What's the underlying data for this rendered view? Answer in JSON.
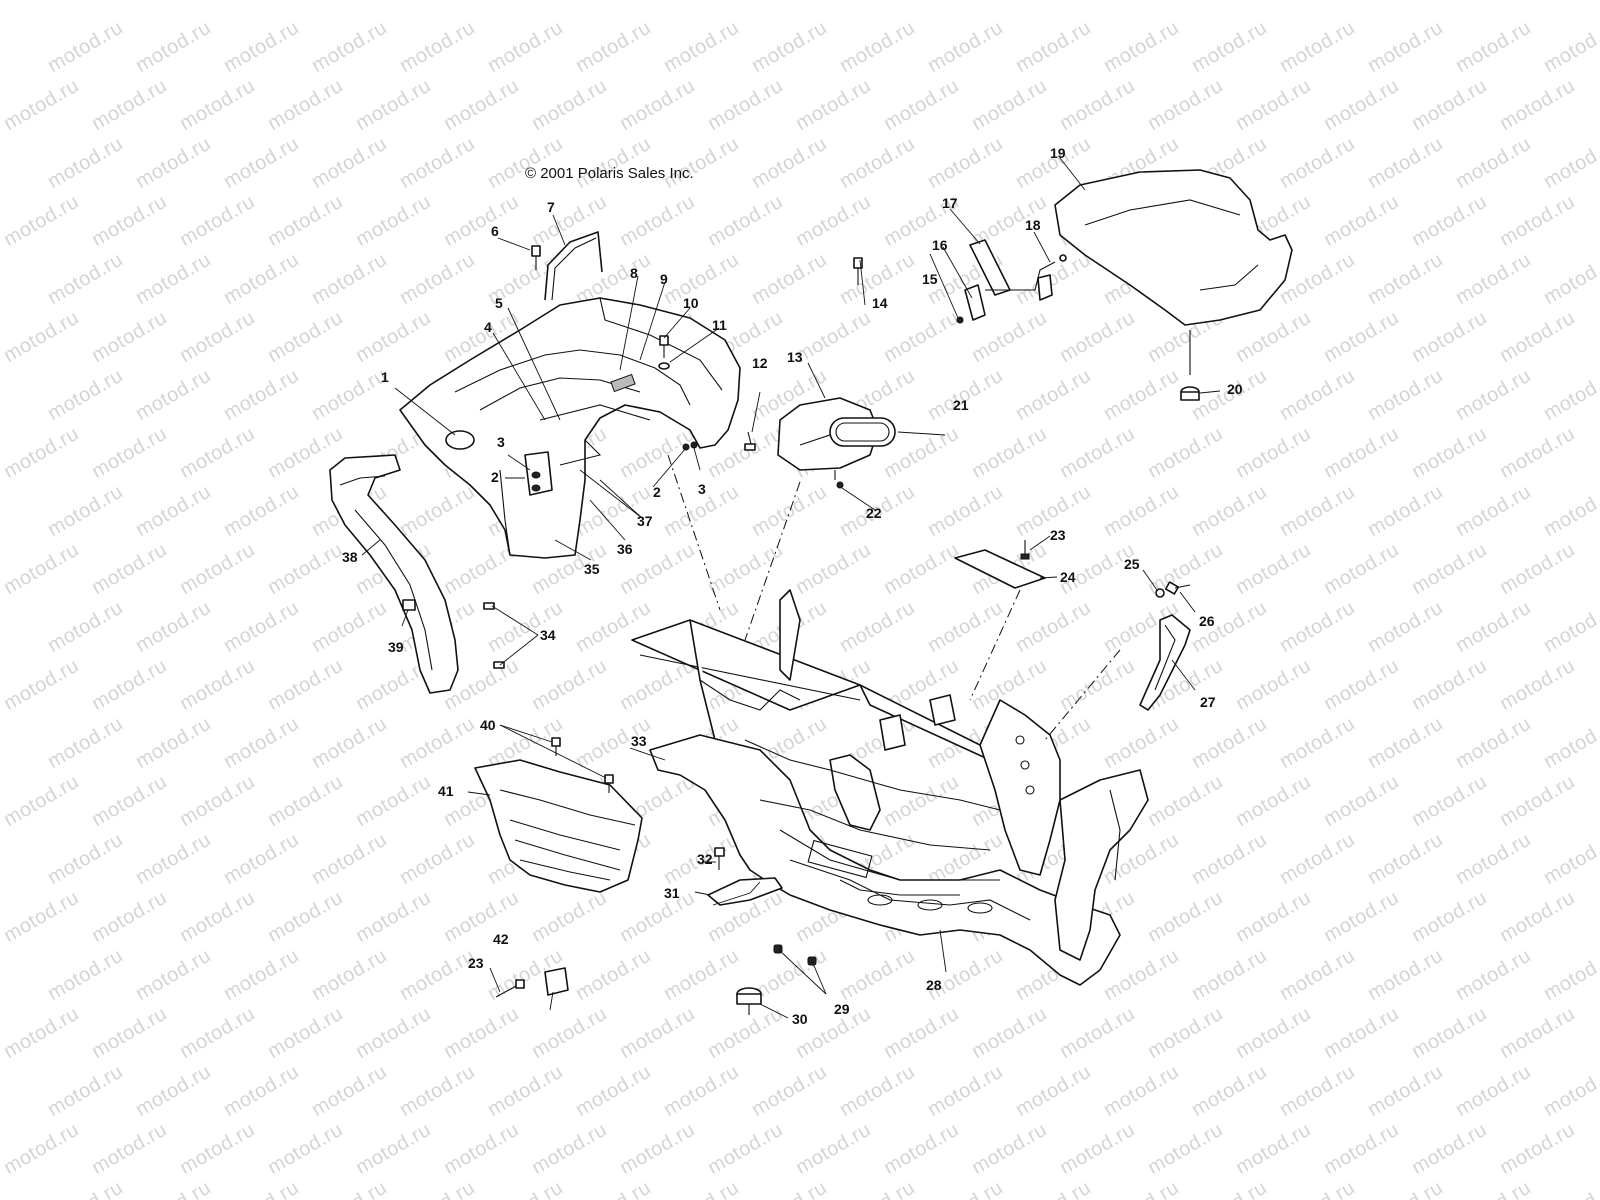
{
  "copyright": "© 2001 Polaris Sales Inc.",
  "watermark": "motod.ru",
  "callouts": [
    "1",
    "2",
    "2",
    "3",
    "3",
    "4",
    "5",
    "6",
    "7",
    "8",
    "9",
    "10",
    "11",
    "12",
    "13",
    "14",
    "15",
    "16",
    "17",
    "18",
    "19",
    "20",
    "21",
    "22",
    "23",
    "23",
    "24",
    "25",
    "26",
    "27",
    "28",
    "29",
    "30",
    "31",
    "32",
    "33",
    "34",
    "35",
    "36",
    "37",
    "38",
    "39",
    "40",
    "41",
    "42"
  ]
}
